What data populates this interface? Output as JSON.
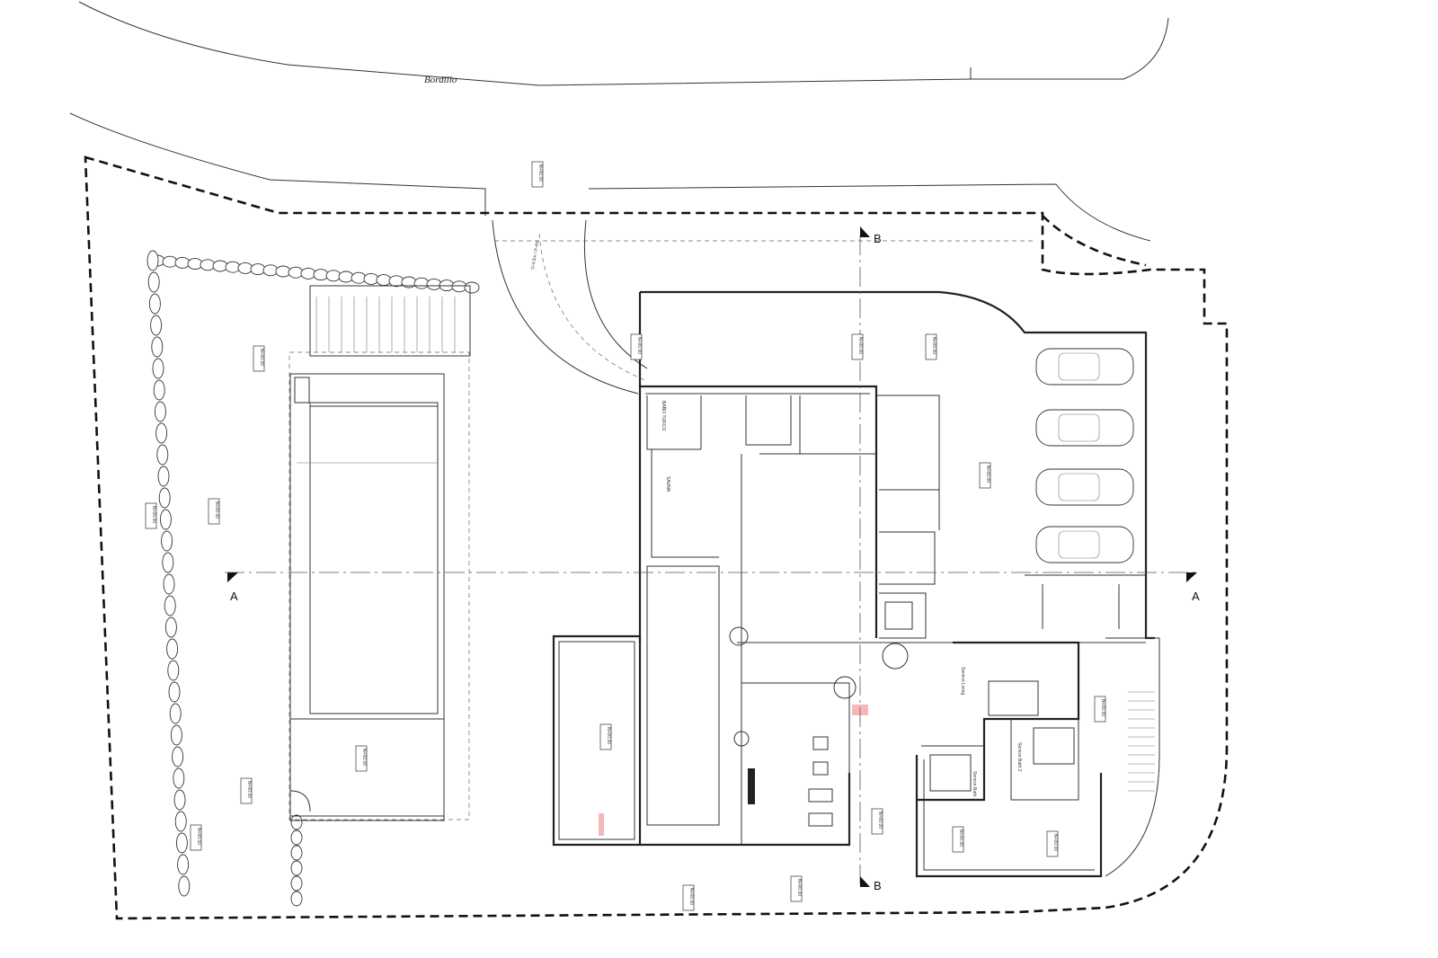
{
  "curb_label": "Bordillo",
  "section_labels": {
    "a_left": "A",
    "a_right": "A",
    "b_top": "B",
    "b_bottom": "B"
  },
  "room_labels": {
    "bano_turco": "BAÑO TURCO",
    "sauna": "SAUNA"
  },
  "service_labels": {
    "service_living": "Service Living",
    "service_bath_2": "Service Bath 2",
    "service_bath_1": "Service Bath 1"
  },
  "ramp_label": "D-4.5m / P-4%",
  "level_tag": "N+00.00",
  "colors": {
    "line": "#333333",
    "boundary": "#111111",
    "highlight": "#f4b8b8"
  }
}
